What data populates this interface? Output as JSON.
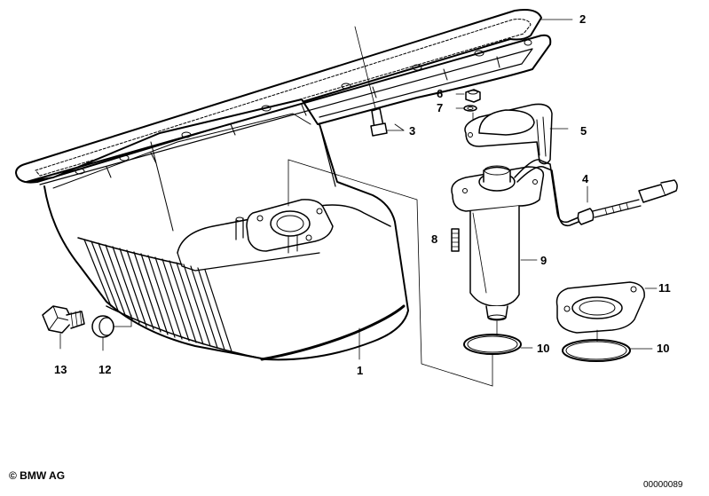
{
  "callouts": {
    "p1": "1",
    "p2": "2",
    "p3": "3",
    "p4": "4",
    "p5": "5",
    "p6": "6",
    "p7": "7",
    "p8": "8",
    "p9": "9",
    "p10a": "10",
    "p10b": "10",
    "p11": "11",
    "p12": "12",
    "p13": "13"
  },
  "footer": {
    "copyright": "© BMW AG",
    "drawing_number": "00000089"
  }
}
